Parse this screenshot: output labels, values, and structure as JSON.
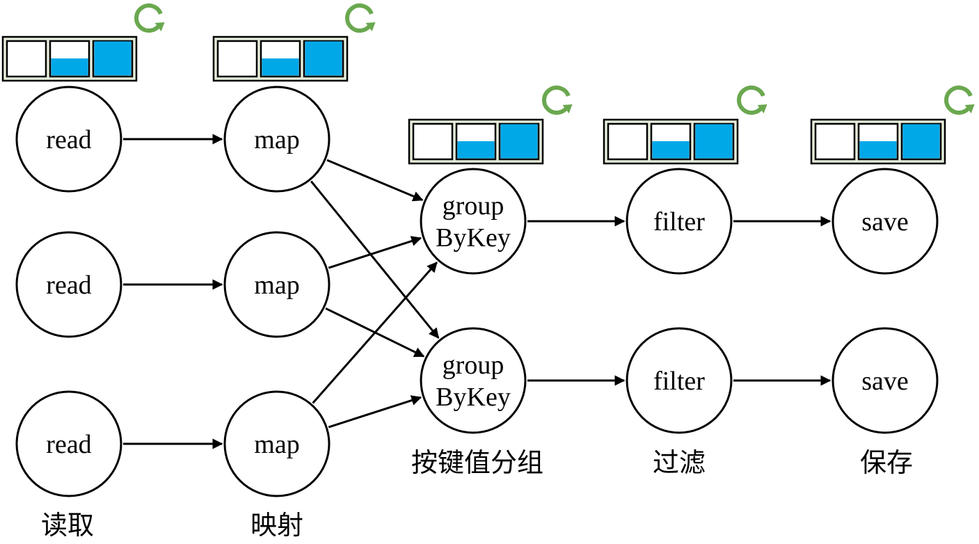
{
  "colors": {
    "buffer_fill": "#00a8e8",
    "buffer_frame": "#e4ebd9",
    "refresh_icon": "#6aa84f",
    "stroke": "#000000"
  },
  "nodes": {
    "read_1": {
      "lines": [
        "read"
      ]
    },
    "read_2": {
      "lines": [
        "read"
      ]
    },
    "read_3": {
      "lines": [
        "read"
      ]
    },
    "map_1": {
      "lines": [
        "map"
      ]
    },
    "map_2": {
      "lines": [
        "map"
      ]
    },
    "map_3": {
      "lines": [
        "map"
      ]
    },
    "groupbykey_1": {
      "lines": [
        "group",
        "ByKey"
      ]
    },
    "groupbykey_2": {
      "lines": [
        "group",
        "ByKey"
      ]
    },
    "filter_1": {
      "lines": [
        "filter"
      ]
    },
    "filter_2": {
      "lines": [
        "filter"
      ]
    },
    "save_1": {
      "lines": [
        "save"
      ]
    },
    "save_2": {
      "lines": [
        "save"
      ]
    }
  },
  "stage_labels": {
    "read": "读取",
    "map": "映射",
    "groupbykey": "按键值分组",
    "filter": "过滤",
    "save": "保存"
  },
  "buffers": {
    "read": {
      "slot_levels": [
        0,
        0.5,
        1
      ],
      "icon": "refresh-icon"
    },
    "map": {
      "slot_levels": [
        0,
        0.5,
        1
      ],
      "icon": "refresh-icon"
    },
    "groupbykey": {
      "slot_levels": [
        0,
        0.5,
        1
      ],
      "icon": "refresh-icon"
    },
    "filter": {
      "slot_levels": [
        0,
        0.5,
        1
      ],
      "icon": "refresh-icon"
    },
    "save": {
      "slot_levels": [
        0,
        0.5,
        1
      ],
      "icon": "refresh-icon"
    }
  },
  "edges": [
    {
      "from": "read_1",
      "to": "map_1"
    },
    {
      "from": "read_2",
      "to": "map_2"
    },
    {
      "from": "read_3",
      "to": "map_3"
    },
    {
      "from": "map_1",
      "to": "groupbykey_1"
    },
    {
      "from": "map_1",
      "to": "groupbykey_2"
    },
    {
      "from": "map_2",
      "to": "groupbykey_1"
    },
    {
      "from": "map_2",
      "to": "groupbykey_2"
    },
    {
      "from": "map_3",
      "to": "groupbykey_1"
    },
    {
      "from": "map_3",
      "to": "groupbykey_2"
    },
    {
      "from": "groupbykey_1",
      "to": "filter_1"
    },
    {
      "from": "groupbykey_2",
      "to": "filter_2"
    },
    {
      "from": "filter_1",
      "to": "save_1"
    },
    {
      "from": "filter_2",
      "to": "save_2"
    }
  ]
}
